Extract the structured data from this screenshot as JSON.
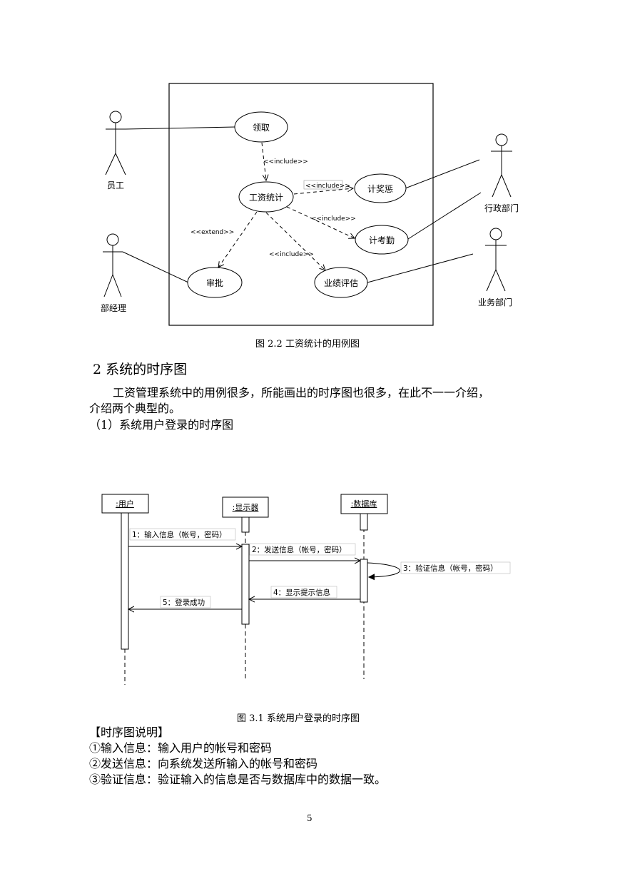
{
  "usecase_diagram": {
    "actors": {
      "employee": "员工",
      "admin_dept": "行政部门",
      "dept_manager": "部经理",
      "business_dept": "业务部门"
    },
    "usecases": {
      "receive": "领取",
      "salary_stat": "工资统计",
      "reward_punish": "计奖惩",
      "attendance": "计考勤",
      "approve": "审批",
      "performance": "业绩评估"
    },
    "relations": {
      "include_1": "<<include>>",
      "include_2": "<<include>>",
      "include_3": "<<include>>",
      "include_4": "<<include>>",
      "extend_1": "<<extend>>"
    },
    "caption": "图 2.2 工资统计的用例图"
  },
  "section": {
    "heading": "2 系统的时序图",
    "para_line1": "工资管理系统中的用例很多，所能画出的时序图也很多，在此不一一介绍，",
    "para_line2": "介绍两个典型的。",
    "subheading": "（1）系统用户登录的时序图"
  },
  "sequence_diagram": {
    "lifelines": {
      "user": ":用户",
      "display": ":显示器",
      "database": ":数据库"
    },
    "messages": {
      "m1": "1：输入信息（帐号，密码）",
      "m2": "2：发送信息（帐号，密码）",
      "m3": "3：验证信息（帐号，密码）",
      "m4": "4：显示提示信息",
      "m5": "5：登录成功"
    },
    "caption": "图 3.1 系统用户登录的时序图"
  },
  "notes": {
    "title": "【时序图说明】",
    "item1": "①输入信息：输入用户的帐号和密码",
    "item2": "②发送信息：向系统发送所输入的帐号和密码",
    "item3": "③验证信息：验证输入的信息是否与数据库中的数据一致。"
  },
  "page_number": "5"
}
